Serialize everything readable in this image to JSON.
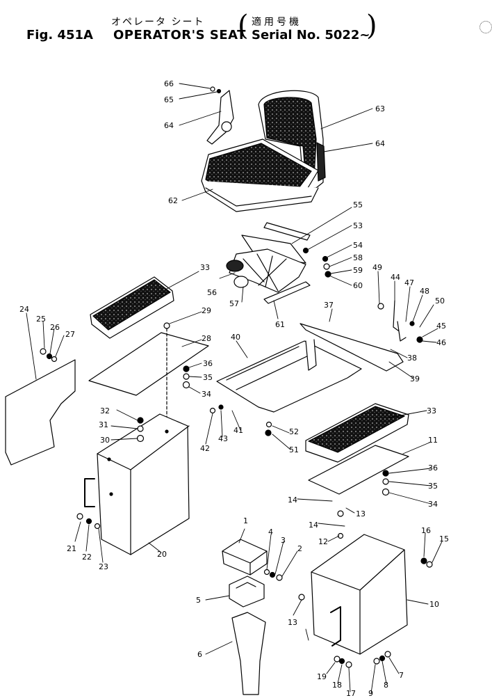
{
  "header": {
    "jp_title": "オペレータ シート",
    "fig_label": "Fig. 451A",
    "fig_title": "OPERATOR'S SEAT",
    "serial_jp": "適用号機",
    "serial_text": "Serial No. 5022~",
    "paren_open": "(",
    "paren_close": ")"
  },
  "callouts": {
    "c66": "66",
    "c65": "65",
    "c64a": "64",
    "c63": "63",
    "c64b": "64",
    "c62": "62",
    "c55": "55",
    "c53": "53",
    "c54": "54",
    "c58": "58",
    "c59": "59",
    "c60": "60",
    "c56": "56",
    "c57": "57",
    "c33a": "33",
    "c29": "29",
    "c28": "28",
    "c24": "24",
    "c25": "25",
    "c26": "26",
    "c27": "27",
    "c36a": "36",
    "c35a": "35",
    "c34a": "34",
    "c40": "40",
    "c61": "61",
    "c37": "37",
    "c49": "49",
    "c44": "44",
    "c47": "47",
    "c48a": "48",
    "c50": "50",
    "c45": "45",
    "c46": "46",
    "c38": "38",
    "c39": "39",
    "c32": "32",
    "c31": "31",
    "c30": "30",
    "c42": "42",
    "c43": "43",
    "c41": "41",
    "c52": "52",
    "c51": "51",
    "c33b": "33",
    "c11": "11",
    "c36b": "36",
    "c35b": "35",
    "c34b": "34",
    "c14a": "14",
    "c13a": "13",
    "c21": "21",
    "c22": "22",
    "c23": "23",
    "c20": "20",
    "c1": "1",
    "c4": "4",
    "c3": "3",
    "c2": "2",
    "c14b": "14",
    "c12": "12",
    "c16": "16",
    "c15": "15",
    "c5": "5",
    "c13b": "13",
    "c10": "10",
    "c6": "6",
    "c19": "19",
    "c18": "18",
    "c17": "17",
    "c9": "9",
    "c8": "8",
    "c7": "7"
  }
}
